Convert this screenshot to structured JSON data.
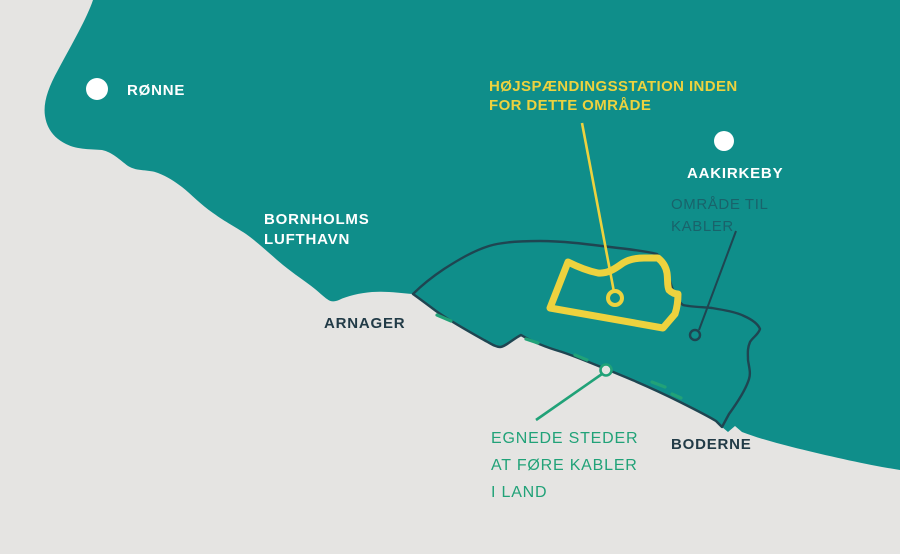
{
  "places": {
    "ronne": "RØNNE",
    "aakirkeby": "AAKIRKEBY",
    "lufthavn": "BORNHOLMS\nLUFTHAVN",
    "arnager": "ARNAGER",
    "boderne": "BODERNE"
  },
  "annotations": {
    "station": "HØJSPÆNDINGSSTATION INDEN\nFOR DETTE OMRÅDE",
    "cable_area": "OMRÅDE TIL\nKABLER",
    "landing": "EGNEDE STEDER\nAT FØRE KABLER\nI LAND"
  },
  "colors": {
    "sea": "#E5E4E2",
    "land": "#0F8E8A",
    "outline_dark": "#1F4551",
    "text_dark": "#223B47",
    "accent_yellow": "#EDD23E",
    "accent_green": "#21A278",
    "text_cable": "#19636B",
    "dot_white": "#FFFFFF"
  }
}
